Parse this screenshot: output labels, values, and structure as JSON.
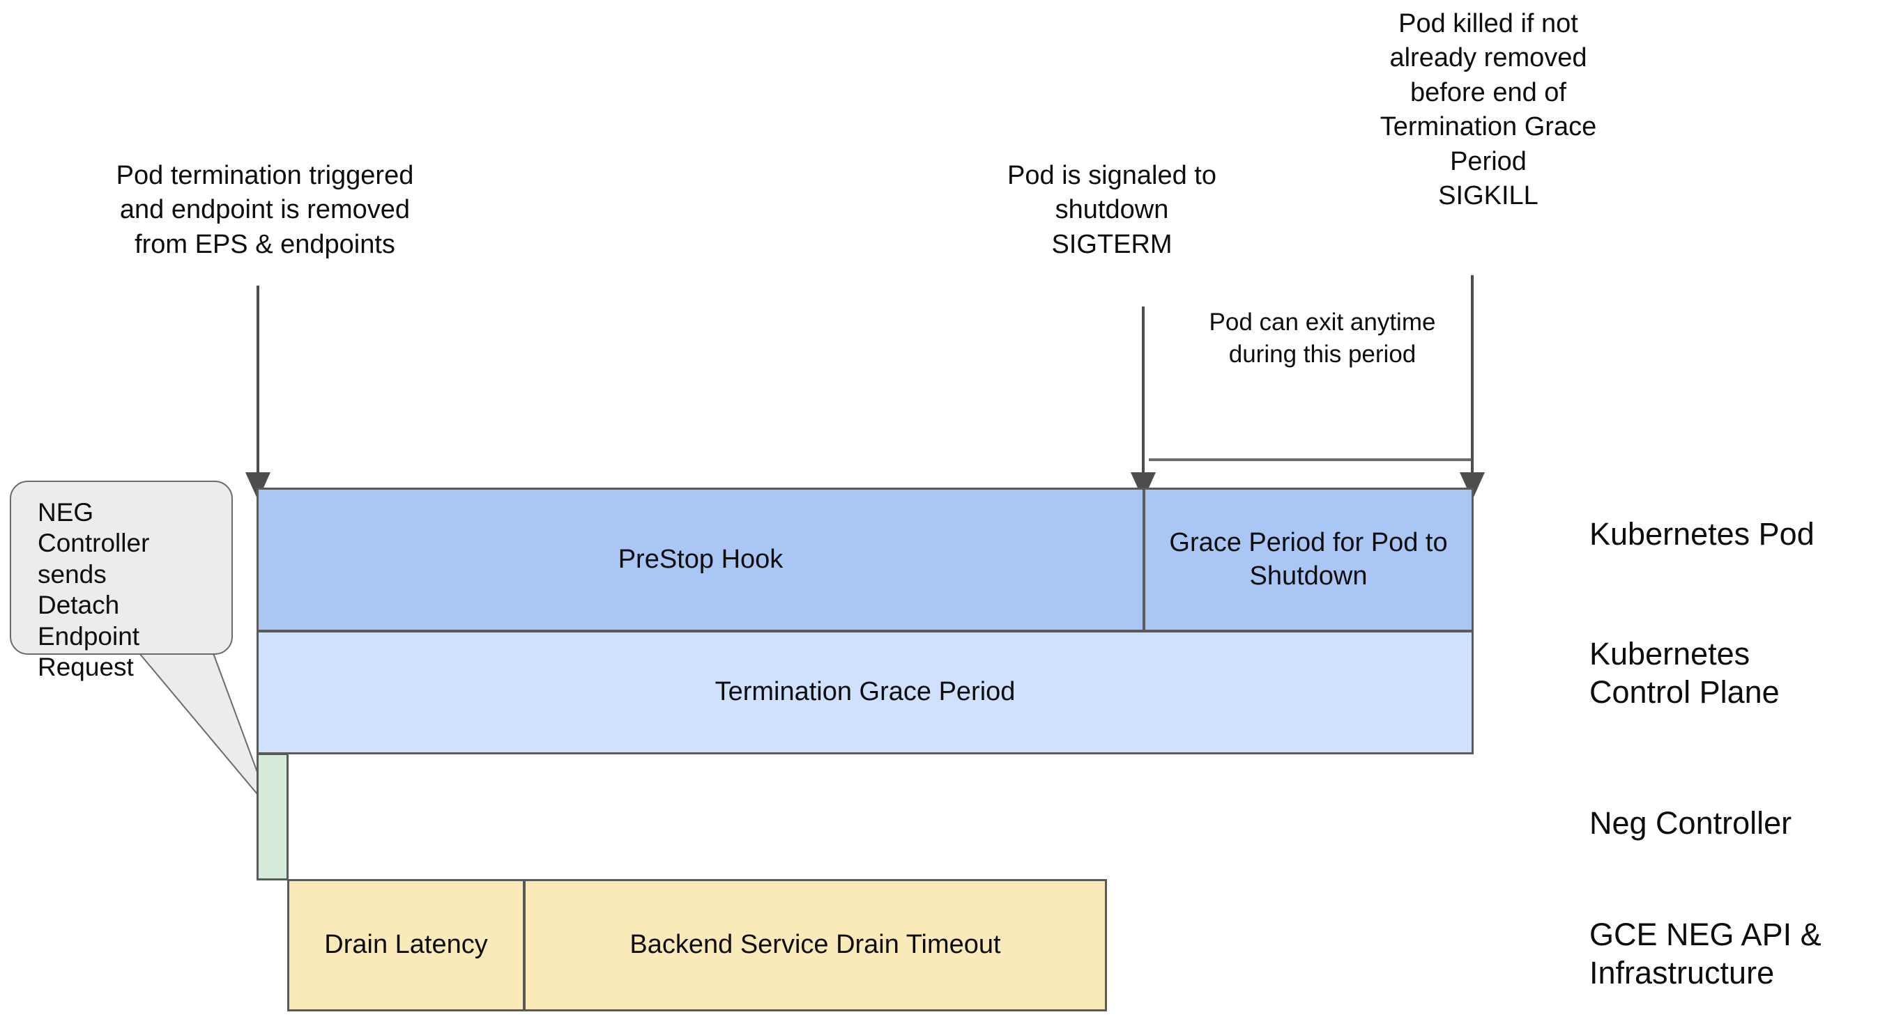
{
  "annotations": [
    {
      "id": "termination",
      "text": "Pod termination triggered\nand endpoint is removed\nfrom EPS & endpoints"
    },
    {
      "id": "sigterm",
      "text": "Pod is signaled to\nshutdown\nSIGTERM"
    },
    {
      "id": "sigkill",
      "text": "Pod killed if not\nalready removed\nbefore end of\nTermination Grace\nPeriod\nSIGKILL"
    },
    {
      "id": "exit",
      "text": "Pod can exit anytime\nduring this period"
    }
  ],
  "callout": {
    "text": "NEG\nController\nsends\nDetach\nEndpoint\nRequest"
  },
  "bars": {
    "prestop": {
      "label": "PreStop Hook",
      "color": "#a9c6f5"
    },
    "grace": {
      "label": "Grace Period for\nPod to Shutdown",
      "color": "#a9c6f5"
    },
    "tgp": {
      "label": "Termination Grace Period",
      "color": "#cfe1fd"
    },
    "negctl": {
      "label": "",
      "color": "#d5ead9"
    },
    "drain": {
      "label": "Drain\nLatency",
      "color": "#faeab9"
    },
    "backend": {
      "label": "Backend Service Drain Timeout",
      "color": "#faeab9"
    }
  },
  "lanes": [
    {
      "id": "pod",
      "label": "Kubernetes Pod"
    },
    {
      "id": "cp",
      "label": "Kubernetes\nControl Plane"
    },
    {
      "id": "neg",
      "label": "Neg Controller"
    },
    {
      "id": "gce",
      "label": "GCE NEG API &\nInfrastructure"
    }
  ],
  "style": {
    "stroke": "#5a5a5a",
    "arrow_color": "#4d4d4d",
    "background": "#ffffff"
  }
}
